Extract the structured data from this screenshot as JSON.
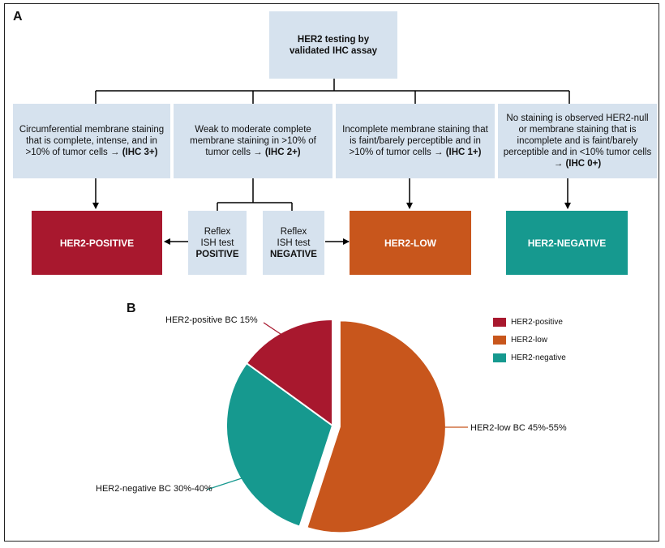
{
  "panel_a_label": "A",
  "panel_b_label": "B",
  "top_box": {
    "line1": "HER2 testing by",
    "line2": "validated IHC assay"
  },
  "criteria": [
    {
      "text": "Circumferential membrane staining that is complete, intense, and in >10% of tumor cells → ",
      "bold": "(IHC 3+)"
    },
    {
      "text": "Weak to moderate complete membrane staining in >10% of tumor cells → ",
      "bold": "(IHC 2+)"
    },
    {
      "text": "Incomplete membrane staining that is faint/barely perceptible and in >10% of tumor cells → ",
      "bold": "(IHC 1+)"
    },
    {
      "text": "No staining is observed HER2-null or membrane staining that is incomplete and is faint/barely perceptible and in <10% tumor cells → ",
      "bold": "(IHC 0+)"
    }
  ],
  "reflex_positive": {
    "line1": "Reflex",
    "line2": "ISH test",
    "line3": "POSITIVE"
  },
  "reflex_negative": {
    "line1": "Reflex",
    "line2": "ISH test",
    "line3": "NEGATIVE"
  },
  "outcomes": {
    "positive": "HER2-POSITIVE",
    "low": "HER2-LOW",
    "negative": "HER2-NEGATIVE"
  },
  "colors": {
    "positive": "#a8182e",
    "low": "#c8561c",
    "negative": "#16998f",
    "box": "#d6e2ee"
  },
  "chart_data": {
    "type": "pie",
    "slices": [
      {
        "label": "HER2-positive BC 15%",
        "legend": "HER2-positive",
        "value": 15,
        "color": "#a8182e"
      },
      {
        "label": "HER2-low BC 45%-55%",
        "legend": "HER2-low",
        "value": 55,
        "color": "#c8561c"
      },
      {
        "label": "HER2-negative BC 30%-40%",
        "legend": "HER2-negative",
        "value": 30,
        "color": "#16998f"
      }
    ],
    "legend_position": "top-right",
    "exploded_slice": "HER2-low"
  }
}
